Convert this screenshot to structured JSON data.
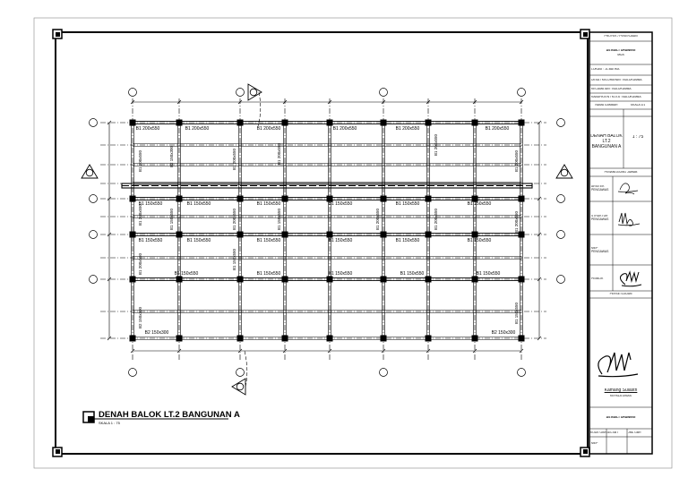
{
  "sheet": {
    "title": "DENAH BALOK LT.2 BANGUNAN A",
    "scale": "SKALA 1 : 75"
  },
  "title_block": {
    "project_header": "PROYEK / PEKERJAAN",
    "project_name": "AS BUILT DRAWING",
    "project_sub": "MUA",
    "lokasi": "LOKASI : JL.BATIKA",
    "desa": "DESA / KELURAHAN : BULUKUMBA",
    "kecamatan": "KECAMATAN : BULUKUMBA",
    "kabupaten": "KABUPATEN / KOTA : BULUKUMBA",
    "nama_gambar_label": "NAMA GAMBAR",
    "skala_label": "SKALA 1/1",
    "drawing_name": "DENAH BALOK LT.2 BANGUNAN A",
    "drawing_scale": "1 : 75",
    "pj_header": "PENANGGUNG JAWAB",
    "arsitek_label": "ARSITEK PENGAWAS",
    "struktur_label": "STRUKTUR PENGAWAS",
    "mep_label": "MEP PENGAWAS",
    "pemilik_label": "PEMILIK",
    "persetujuan_label": "PERSETUJUAN",
    "signer_name": "Kamang Sulastri",
    "signer_role": "KEPALA DINAS",
    "as_built": "AS BUILT DRAWING",
    "kode_label": "KODE GBR",
    "kode_value": "AS-SBT",
    "jml_label": "JML GBR",
    "mep_footer": "MEP"
  },
  "beam_labels": [
    "B1 200x550",
    "B1 200x550",
    "B1 200x550",
    "B1 200x550",
    "B1 200x550",
    "B1 200x550",
    "B1 150x550",
    "B1 150x550",
    "B1 150x550",
    "B1 150x550",
    "B1 150x550",
    "B1 150x550",
    "B1 150x550",
    "B1 150x550",
    "B1 150x550",
    "B1 150x550",
    "B1 150x550",
    "B1 150x550",
    "B1 150x550",
    "B1 150x550",
    "B1 150x550",
    "B1 150x550",
    "B1 150x550",
    "B2 150x300",
    "B2 150x300"
  ],
  "beam_labels_vertical": [
    "B1 200x550",
    "B2 150x300",
    "B1 200x550",
    "B1 200x550",
    "B1 200x550",
    "B1 200x550",
    "B1 200x550",
    "B1 150x550",
    "B1 200x550",
    "B1 150x550",
    "B1 200x550",
    "B1 200x550",
    "B1 200x550",
    "B1 200x550",
    "B1 150x550",
    "B2 150x300",
    "B1 150x550"
  ]
}
